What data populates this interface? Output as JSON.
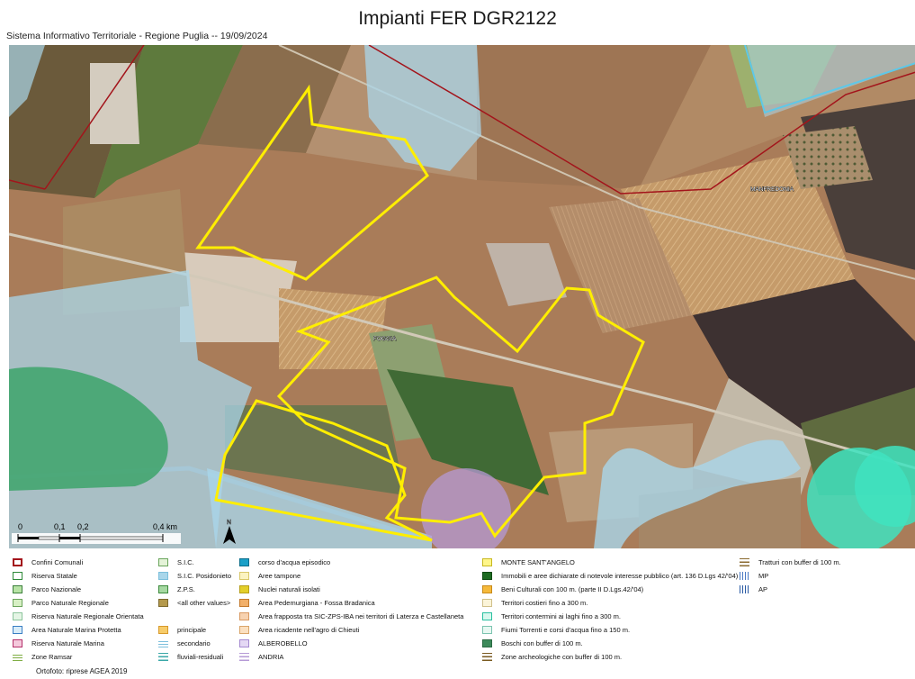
{
  "header": {
    "title": "Impianti FER DGR2122",
    "subtitle": "Sistema Informativo Territoriale - Regione Puglia -- 19/09/2024"
  },
  "map": {
    "labels": [
      {
        "id": "manfredonia",
        "text": "MANFREDONIA"
      },
      {
        "id": "foggia",
        "text": "FOGGIA"
      }
    ],
    "colors": {
      "site_outline": "#ffee00",
      "municipal_border": "#a3141b",
      "water_buffer": "#a9d6ea",
      "sic_green": "#3da36a",
      "turquoise": "#3fe3c0",
      "lilac": "#b69ad6",
      "road_stripe": "#5ec8e8"
    },
    "scalebar": {
      "ticks": [
        "0",
        "0,1",
        "0,2",
        "0,4 km"
      ]
    },
    "north_label": "N"
  },
  "legend": {
    "col1": [
      {
        "label": "Confini Comunali",
        "swatch": "border-red"
      },
      {
        "label": "Riserva Statale",
        "swatch": "green-outline"
      },
      {
        "label": "Parco Nazionale",
        "swatch": "lightgreen"
      },
      {
        "label": "Parco Naturale Regionale",
        "swatch": "palegreen"
      },
      {
        "label": "Riserva Naturale Regionale Orientata",
        "swatch": "mint"
      },
      {
        "label": "Area Naturale Marina Protetta",
        "swatch": "lightblue-outline"
      },
      {
        "label": "Riserva Naturale Marina",
        "swatch": "pink"
      },
      {
        "label": "Zone Ramsar",
        "swatch": "hatched"
      }
    ],
    "col2": [
      {
        "label": "S.I.C.",
        "swatch": "sic"
      },
      {
        "label": "S.I.C. Posidonieto",
        "swatch": "skyblue"
      },
      {
        "label": "Z.P.S.",
        "swatch": "zps"
      },
      {
        "label": "<all other values>",
        "swatch": "olive"
      },
      {
        "label": "",
        "swatch": "none"
      },
      {
        "label": "principale",
        "swatch": "orange"
      },
      {
        "label": "secondario",
        "swatch": "lines-blue"
      },
      {
        "label": "fluviali-residuali",
        "swatch": "lines-teal"
      }
    ],
    "col3": [
      {
        "label": "corso d'acqua episodico",
        "swatch": "teal"
      },
      {
        "label": "Aree tampone",
        "swatch": "paleyellow"
      },
      {
        "label": "Nuclei naturali isolati",
        "swatch": "yellowgreen"
      },
      {
        "label": "Area Pedemurgiana - Fossa Bradanica",
        "swatch": "orange2"
      },
      {
        "label": "Area frapposta  tra SIC-ZPS-IBA nei territori di Laterza e Castellaneta",
        "swatch": "peach"
      },
      {
        "label": "Area ricadente nell'agro di Chieuti",
        "swatch": "peach2"
      },
      {
        "label": "ALBEROBELLO",
        "swatch": "lilac"
      },
      {
        "label": "ANDRIA",
        "swatch": "lines-lilac"
      }
    ],
    "col4": [
      {
        "label": "MONTE SANT'ANGELO",
        "swatch": "yellow"
      },
      {
        "label": "Immobili e aree dichiarate di notevole interesse pubblico (art. 136 D.Lgs 42/'04)",
        "swatch": "darkgreen"
      },
      {
        "label": "Beni Culturali con 100 m. (parte II  D.Lgs.42/'04)",
        "swatch": "amber"
      },
      {
        "label": "Territori costieri fino a 300 m.",
        "swatch": "cream"
      },
      {
        "label": "Territori contermini ai laghi fino a 300 m.",
        "swatch": "aqua-outline"
      },
      {
        "label": "Fiumi Torrenti e corsi d'acqua fino a 150 m.",
        "swatch": "icegreen"
      },
      {
        "label": "Boschi con buffer di 100 m.",
        "swatch": "forest"
      },
      {
        "label": "Zone archeologiche con buffer di 100 m.",
        "swatch": "lines-brown"
      }
    ],
    "col5": [
      {
        "label": "Tratturi con buffer di 100 m.",
        "swatch": "lines-tan"
      },
      {
        "label": "MP",
        "swatch": "dots-blue"
      },
      {
        "label": "AP",
        "swatch": "dots-blue2"
      }
    ],
    "ortofoto": "Ortofoto: riprese AGEA 2019"
  }
}
